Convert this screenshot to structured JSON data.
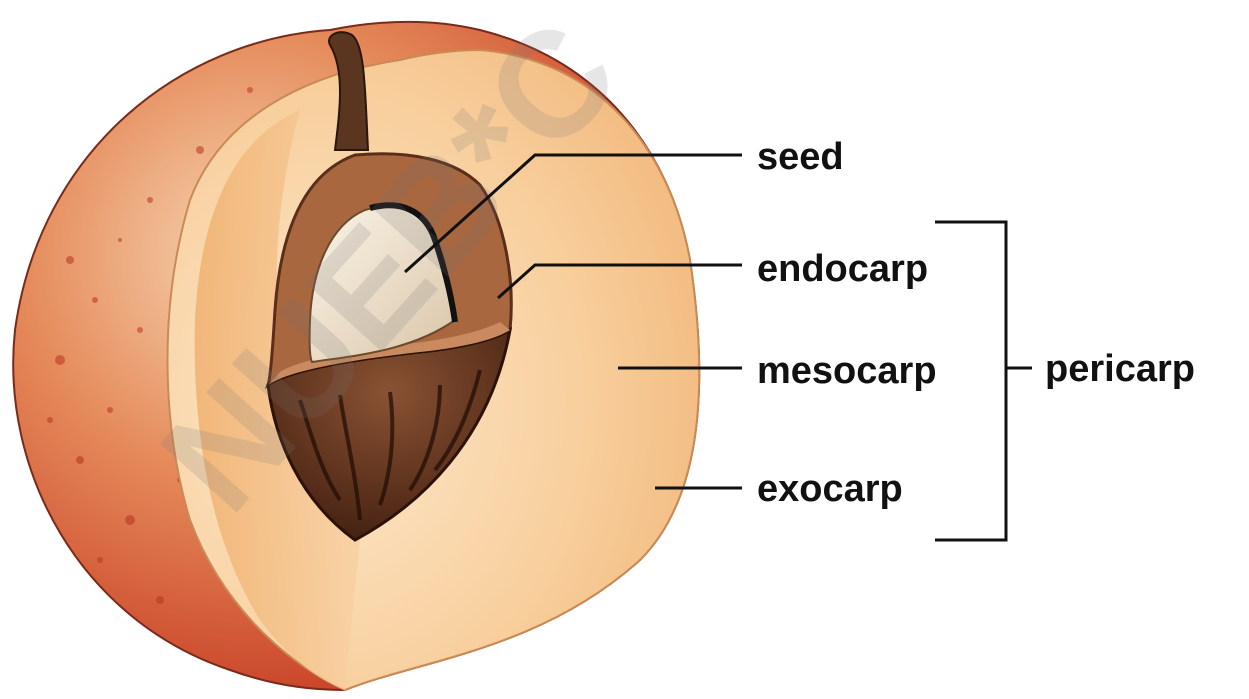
{
  "labels": {
    "seed": "seed",
    "endocarp": "endocarp",
    "mesocarp": "mesocarp",
    "exocarp": "exocarp",
    "pericarp": "pericarp"
  },
  "watermark": "NUEB*C",
  "colors": {
    "skin": "#d0432b",
    "flesh": "#f6c38c",
    "flesh_light": "#fbe2c1",
    "pit": "#5a2e1a",
    "seed": "#efe3d0",
    "leader": "#111111"
  }
}
